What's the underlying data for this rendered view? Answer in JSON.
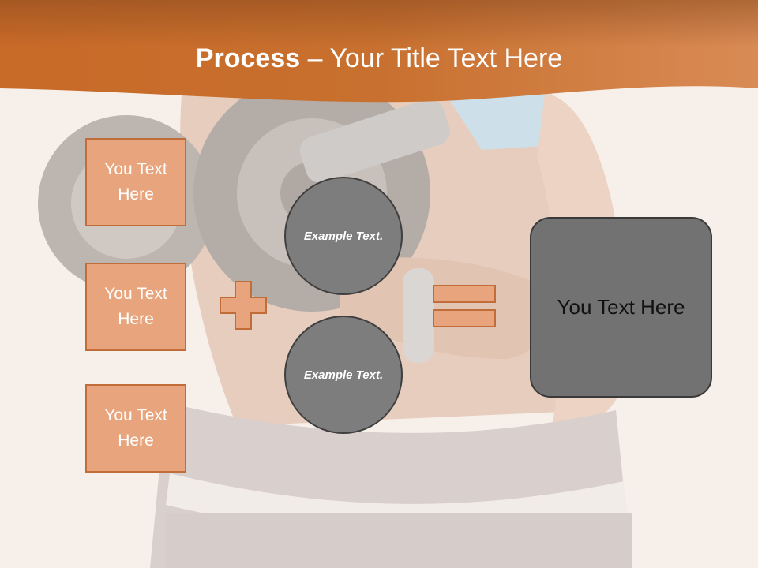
{
  "slide": {
    "title_bold": "Process",
    "title_rest": " – Your Title Text Here",
    "left_boxes": [
      "You Text Here",
      "You Text Here",
      "You Text Here"
    ],
    "circles": [
      "Example Text.",
      "Example Text."
    ],
    "result_text": "You Text Here"
  },
  "colors": {
    "header_orange": "#c8702f",
    "box_fill": "#e8a47c",
    "box_border": "#c06d3a",
    "circle_fill": "#7d7d7d",
    "result_fill": "#727272"
  },
  "icons": {
    "plus": "plus-icon",
    "equals": "equals-icon"
  }
}
